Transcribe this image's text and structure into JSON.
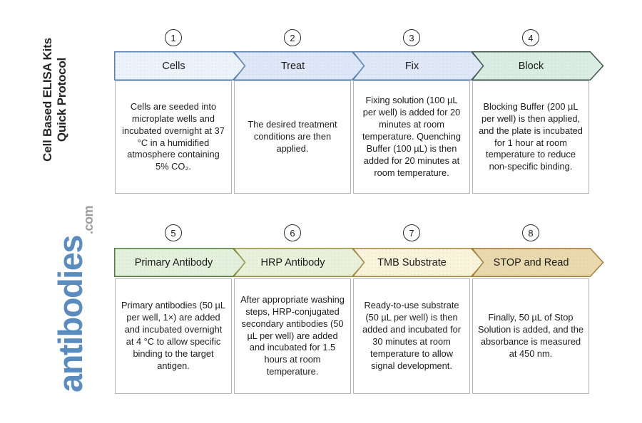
{
  "page": {
    "background": "#ffffff"
  },
  "sidebar": {
    "title_line1": "Cell Based ELISA Kits",
    "title_line2": "Quick Protocol",
    "brand": "antibodies",
    "brand_suffix": ".com",
    "brand_color": "#5a8cc0",
    "brand_suffix_color": "#9c9c9c"
  },
  "steps": [
    {
      "number": "1",
      "label": "Cells",
      "description": "Cells are seeded into microplate wells and incubated overnight at 37 °C in a humidified atmosphere containing 5% CO₂.",
      "banner_fill": "#ecf3fa",
      "banner_stroke": "#5a82ae"
    },
    {
      "number": "2",
      "label": "Treat",
      "description": "The desired treatment conditions are then applied.",
      "banner_fill": "#dde7f8",
      "banner_stroke": "#5a82ae"
    },
    {
      "number": "3",
      "label": "Fix",
      "description": "Fixing solution (100 µL per well) is added for 20 minutes at room temperature. Quenching Buffer (100 µL) is then added for 20 minutes at room temperature.",
      "banner_fill": "#e0e8f8",
      "banner_stroke": "#5a82ae"
    },
    {
      "number": "4",
      "label": "Block",
      "description": "Blocking Buffer (200 µL per well) is then applied, and the plate is incubated for 1 hour at room temperature to reduce non-specific binding.",
      "banner_fill": "#d9ede5",
      "banner_stroke": "#3e564a"
    },
    {
      "number": "5",
      "label": "Primary Antibody",
      "description": "Primary antibodies (50 µL per well, 1×) are added and incubated overnight at 4 °C to allow specific binding to the target antigen.",
      "banner_fill": "#e3f0dc",
      "banner_stroke": "#567c40"
    },
    {
      "number": "6",
      "label": "HRP Antibody",
      "description": "After appropriate washing steps, HRP-conjugated secondary antibodies (50 µL per well) are added and incubated for 1.5 hours at room temperature.",
      "banner_fill": "#eaf1db",
      "banner_stroke": "#97913e"
    },
    {
      "number": "7",
      "label": "TMB Substrate",
      "description": "Ready-to-use substrate (50 µL per well) is then added and incubated for 30 minutes at room temperature to allow signal development.",
      "banner_fill": "#f9f4da",
      "banner_stroke": "#a8873f"
    },
    {
      "number": "8",
      "label": "STOP and Read",
      "description": "Finally, 50 µL of Stop Solution is added, and the absorbance is measured at 450 nm.",
      "banner_fill": "#e9d9ac",
      "banner_stroke": "#a27f3a"
    }
  ]
}
